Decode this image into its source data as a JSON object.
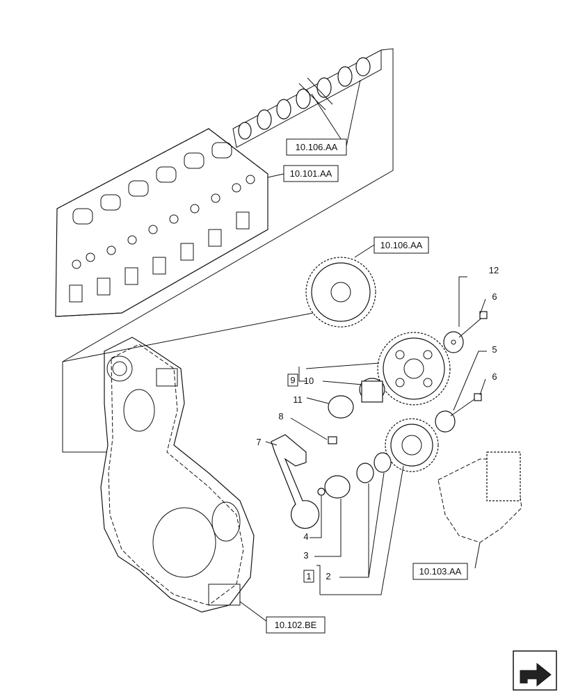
{
  "references": {
    "camshaft": "10.106.AA",
    "cylinder_head": "10.101.AA",
    "camshaft_gear": "10.106.AA",
    "crankshaft": "10.103.AA",
    "flywheel_housing": "10.102.BE"
  },
  "callouts": {
    "n1": "1",
    "n2": "2",
    "n3": "3",
    "n4": "4",
    "n5": "5",
    "n6a": "6",
    "n6b": "6",
    "n7": "7",
    "n8": "8",
    "n9": "9",
    "n10": "10",
    "n11": "11",
    "n12": "12"
  },
  "nav": {
    "icon": "next-page-arrow-icon"
  }
}
